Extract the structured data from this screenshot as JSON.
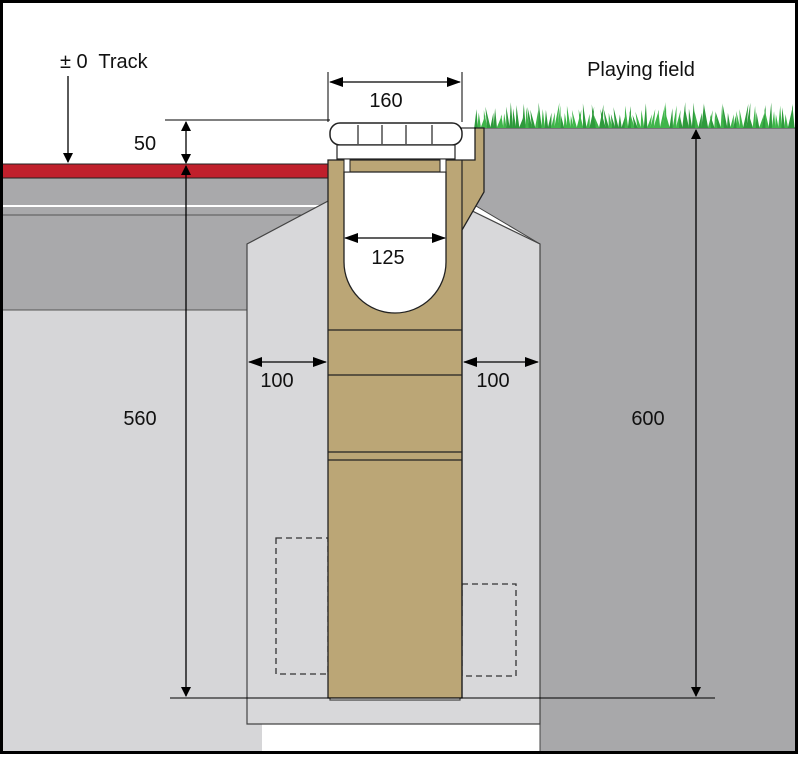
{
  "labels": {
    "track": "± 0  Track",
    "playing_field": "Playing field"
  },
  "dimensions": {
    "top_width": "160",
    "height_offset": "50",
    "inner_width": "125",
    "left_wall": "100",
    "right_wall": "100",
    "left_depth": "560",
    "right_depth": "600"
  },
  "colors": {
    "track_surface": "#c0202c",
    "channel_body": "#bba676",
    "ground": "#a8a8aa",
    "concrete": "#d8d8da",
    "grass": "#3fb54a"
  }
}
